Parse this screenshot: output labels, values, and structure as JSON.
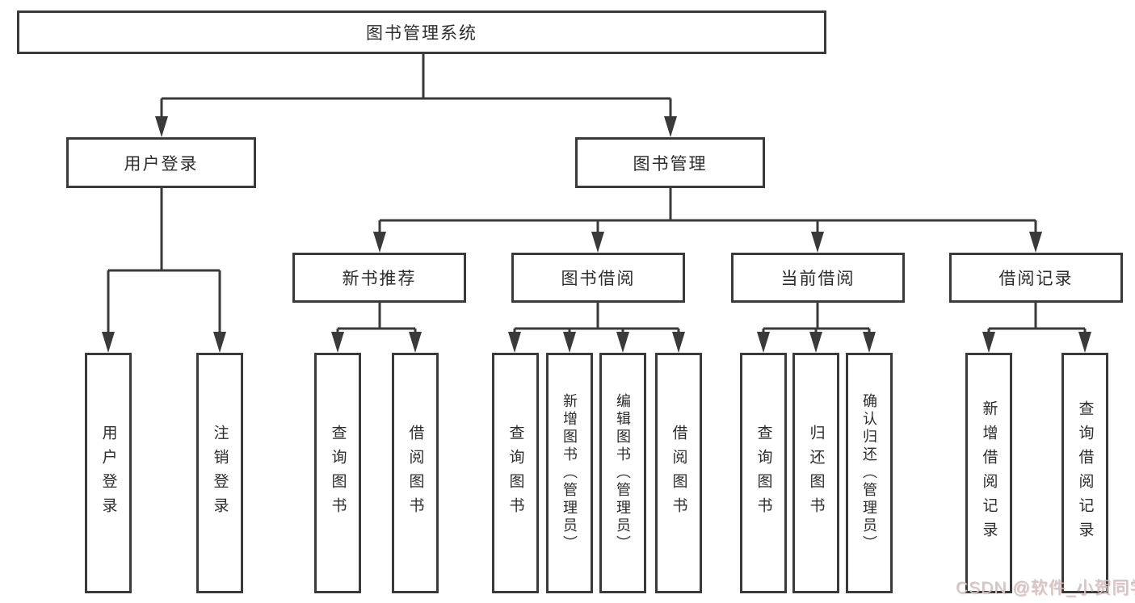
{
  "tree": {
    "root": {
      "label": "图书管理系统",
      "children": [
        {
          "label": "用户登录",
          "children": [
            {
              "label": "用户登录"
            },
            {
              "label": "注销登录"
            }
          ]
        },
        {
          "label": "图书管理",
          "children": [
            {
              "label": "新书推荐",
              "children": [
                {
                  "label": "查询图书"
                },
                {
                  "label": "借阅图书"
                }
              ]
            },
            {
              "label": "图书借阅",
              "children": [
                {
                  "label": "查询图书"
                },
                {
                  "label": "新增图书（管理员）"
                },
                {
                  "label": "编辑图书（管理员）"
                },
                {
                  "label": "借阅图书"
                }
              ]
            },
            {
              "label": "当前借阅",
              "children": [
                {
                  "label": "查询图书"
                },
                {
                  "label": "归还图书"
                },
                {
                  "label": "确认归还（管理员）"
                }
              ]
            },
            {
              "label": "借阅记录",
              "children": [
                {
                  "label": "新增借阅记录"
                },
                {
                  "label": "查询借阅记录"
                }
              ]
            }
          ]
        }
      ]
    }
  },
  "watermark": {
    "text": "CSDN @软件_小贺同学"
  },
  "colors": {
    "line": "#3a3a3a",
    "text": "#2d2d2d",
    "box_background": "#ffffff",
    "watermark": "#cbcbcb"
  }
}
